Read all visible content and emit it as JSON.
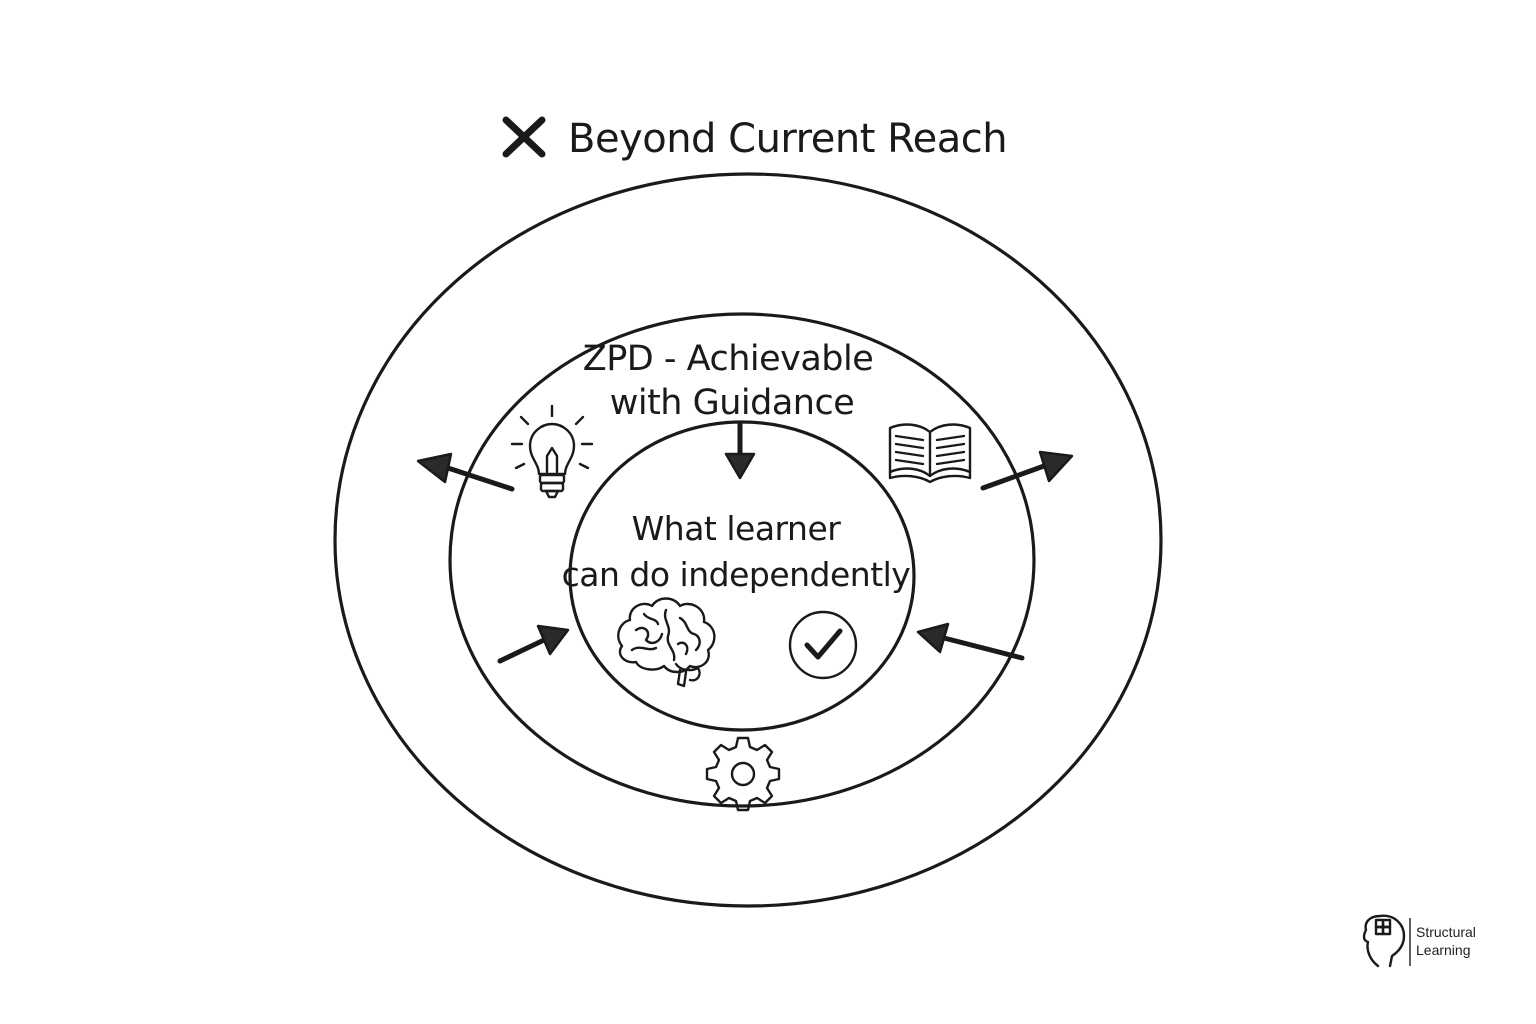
{
  "diagram": {
    "outer_label": "Beyond Current Reach",
    "outer_marker_icon": "cross-icon",
    "middle_label_line1": "ZPD - Achievable",
    "middle_label_line2": "with Guidance",
    "inner_label_line1": "What learner",
    "inner_label_line2": "can do independently",
    "icons": [
      "lightbulb-icon",
      "book-icon",
      "brain-icon",
      "checkmark-icon",
      "gear-icon"
    ]
  },
  "logo": {
    "line1": "Structural",
    "line2": "Learning"
  }
}
